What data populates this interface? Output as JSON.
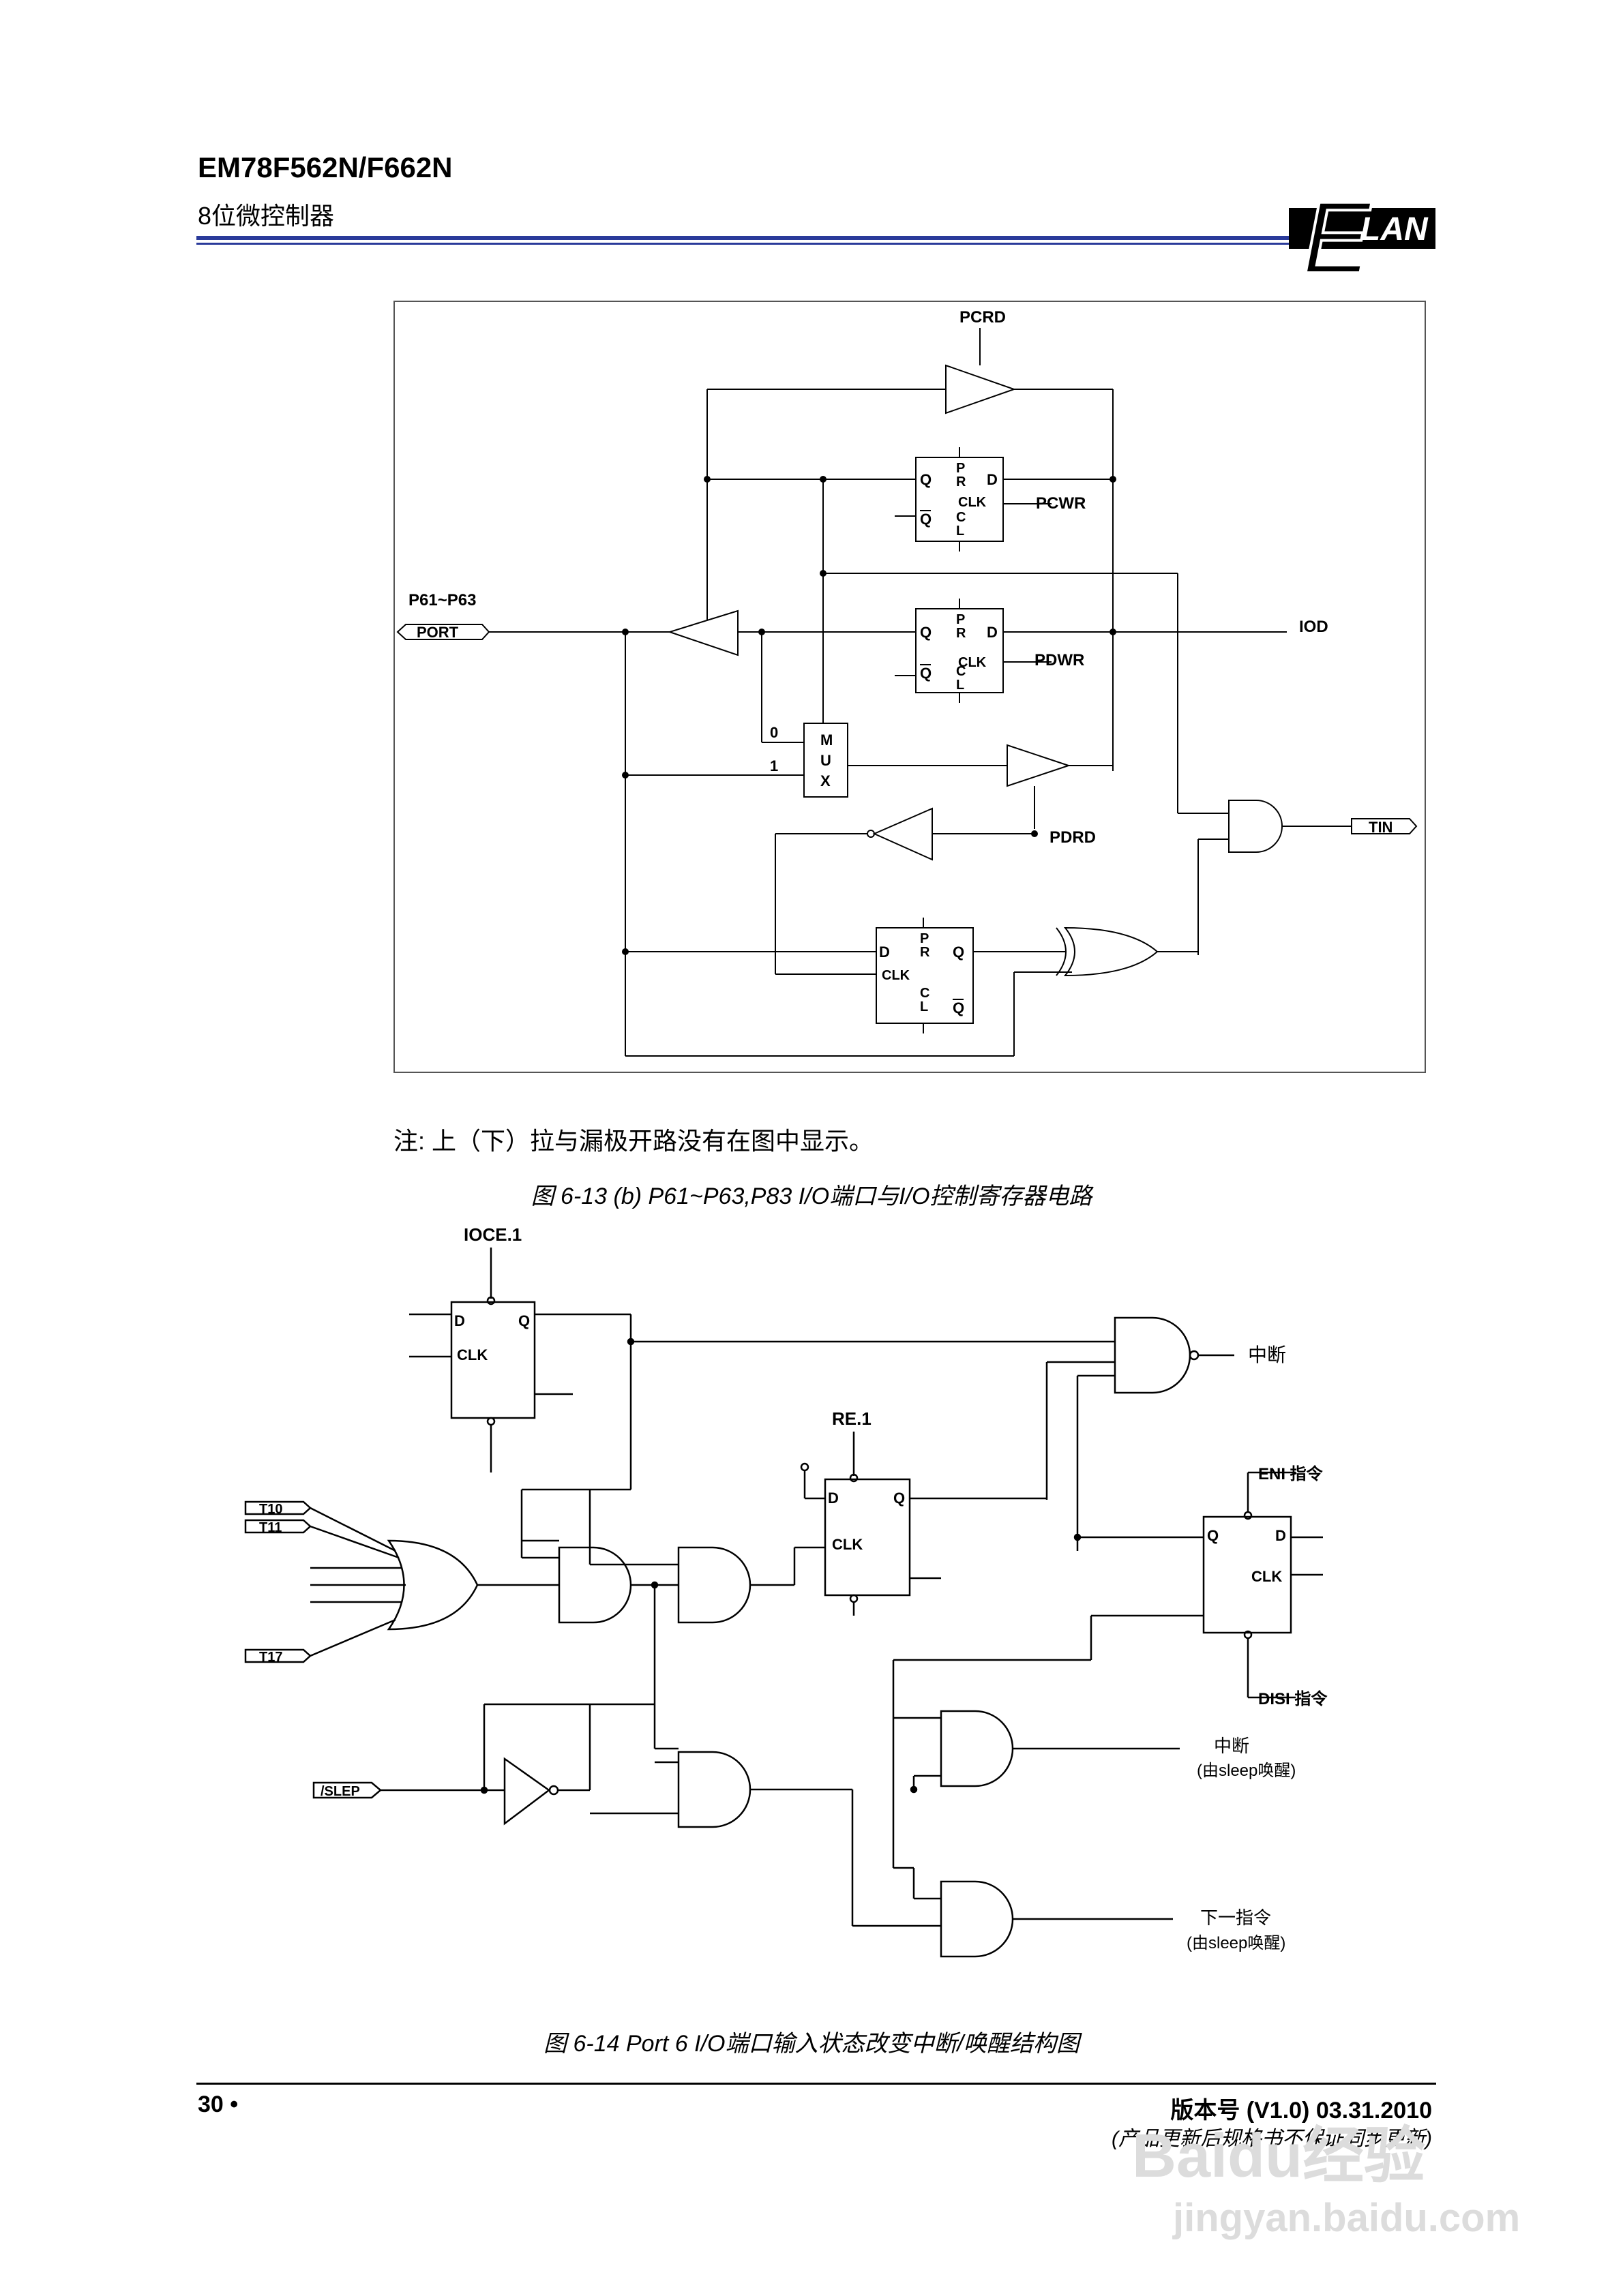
{
  "header": {
    "title": "EM78F562N/F662N",
    "subtitle": "8位微控制器",
    "logo_text": "LAN",
    "logo_letter": "E"
  },
  "figure1": {
    "labels": {
      "pcrd": "PCRD",
      "pcwr": "PCWR",
      "pdwr": "PDWR",
      "pdrd": "PDRD",
      "iod": "IOD",
      "tin": "TIN",
      "port_range": "P61~P63",
      "port": "PORT",
      "mux": [
        "M",
        "U",
        "X"
      ],
      "mux_in0": "0",
      "mux_in1": "1",
      "ff_q": "Q",
      "ff_qbar": "Q",
      "ff_d": "D",
      "ff_clk": "CLK",
      "ff_pr": [
        "P",
        "R"
      ],
      "ff_cl": [
        "C",
        "L"
      ]
    }
  },
  "note": "注: 上（下）拉与漏极开路没有在图中显示。",
  "caption1": "图 6-13 (b) P61~P63,P83 I/O端口与I/O控制寄存器电路",
  "figure2": {
    "labels": {
      "ioce1": "IOCE.1",
      "re1": "RE.1",
      "t10": "T10",
      "t11": "T11",
      "t17": "T17",
      "slep": "/SLEP",
      "interrupt": "中断",
      "eni": "ENI 指令",
      "disi": "DISI 指令",
      "interrupt_wake": "中断",
      "wake_note": "(由sleep唤醒)",
      "next_instr": "下一指令",
      "next_wake_note": "(由sleep唤醒)",
      "ff_d": "D",
      "ff_q": "Q",
      "ff_clk": "CLK"
    }
  },
  "caption2": "图 6-14 Port 6 I/O端口输入状态改变中断/唤醒结构图",
  "footer": {
    "page": "30 •",
    "version": "版本号 (V1.0) 03.31.2010",
    "disclaimer": "(产品更新后规格书不保证同步更新)"
  },
  "watermark": {
    "brand": "Baidu经验",
    "url": "jingyan.baidu.com"
  }
}
